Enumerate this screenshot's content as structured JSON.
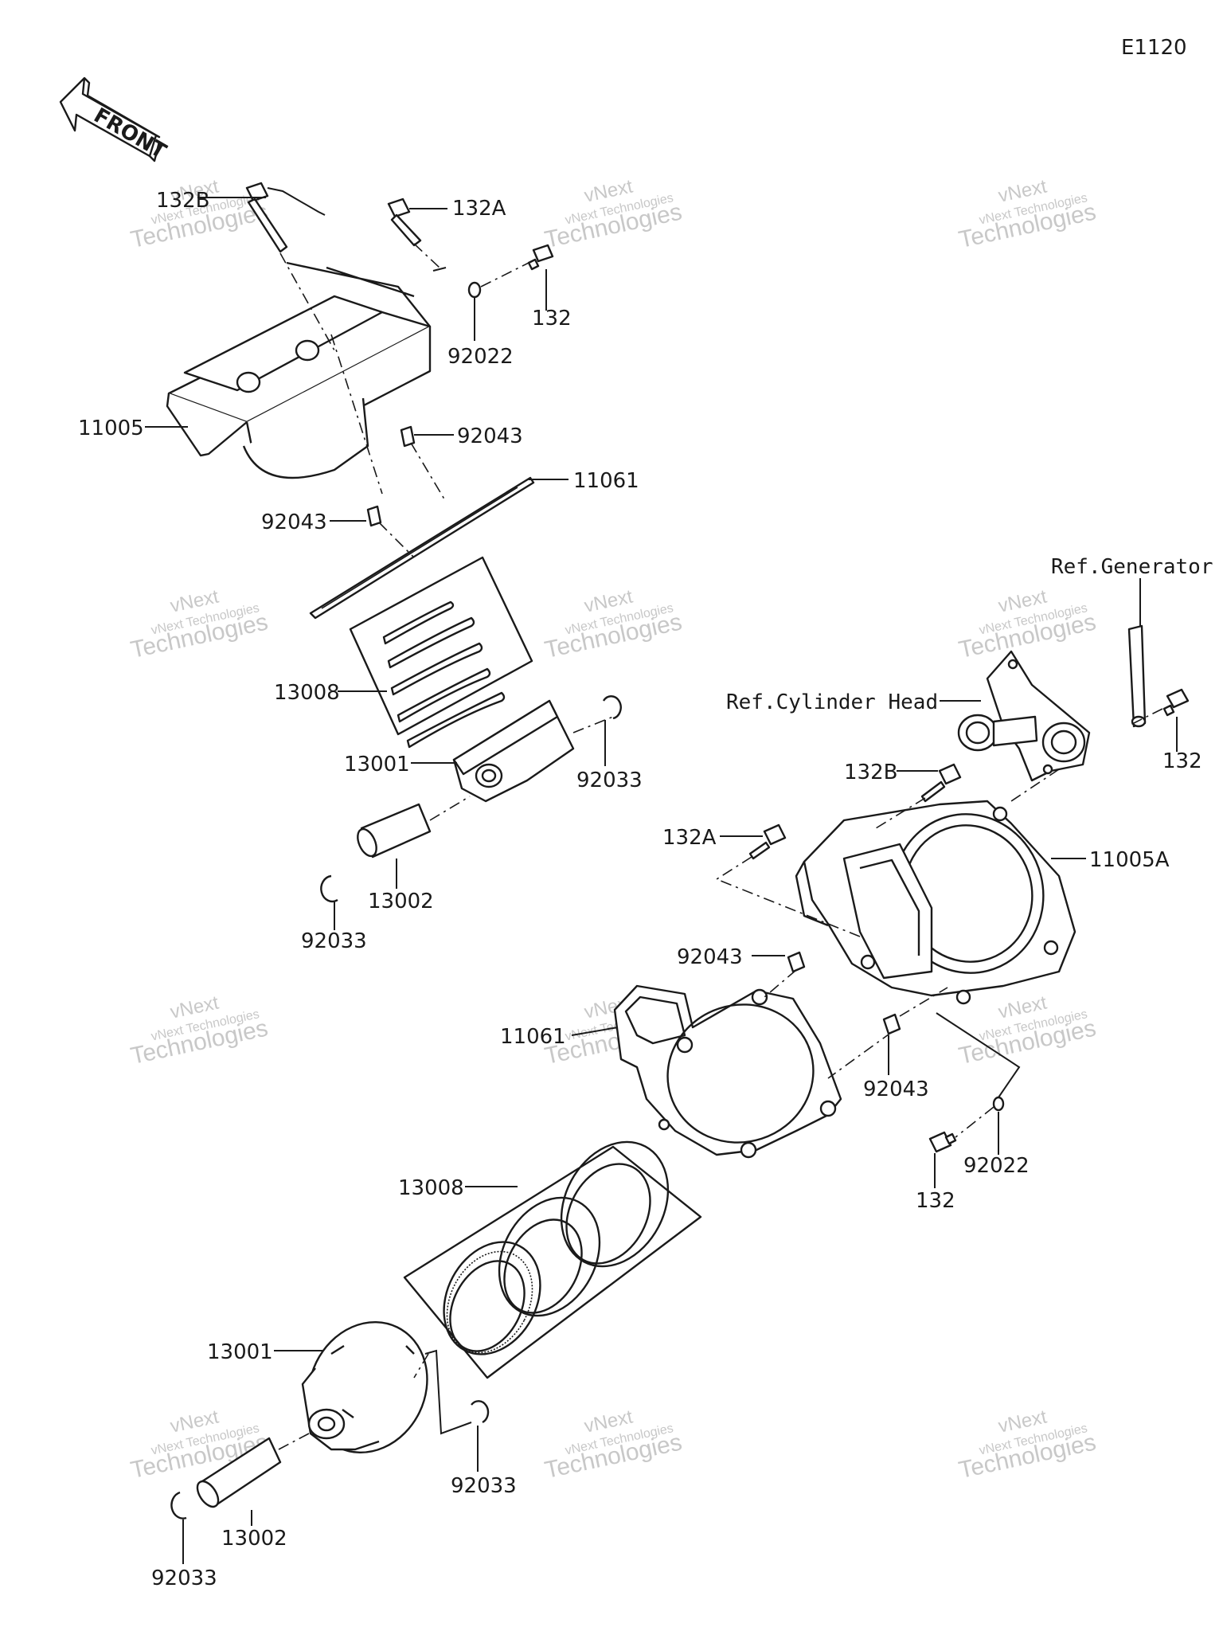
{
  "diagram_code": "E1120",
  "front_arrow_text": "FRONT",
  "watermark": {
    "line1": "vNext",
    "line2": "vNext Technologies",
    "line3": "Technologies"
  },
  "upper_assembly": {
    "bolt_132b": "132B",
    "bolt_132a": "132A",
    "bolt_132": "132",
    "washer_92022": "92022",
    "cylinder_11005": "11005",
    "dowel_92043_right": "92043",
    "gasket_11061": "11061",
    "dowel_92043_left": "92043",
    "rings_13008": "13008",
    "piston_13001": "13001",
    "circlip_92033_right": "92033",
    "pin_13002": "13002",
    "circlip_92033_left": "92033"
  },
  "lower_assembly": {
    "ref_generator": "Ref.Generator",
    "ref_cylinder_head": "Ref.Cylinder Head",
    "bolt_132_top": "132",
    "bolt_132b": "132B",
    "bolt_132a": "132A",
    "cylinder_11005a": "11005A",
    "dowel_92043_upper": "92043",
    "gasket_11061": "11061",
    "dowel_92043_lower": "92043",
    "washer_92022": "92022",
    "bolt_132_bottom": "132",
    "rings_13008": "13008",
    "piston_13001": "13001",
    "circlip_92033_right": "92033",
    "pin_13002": "13002",
    "circlip_92033_left": "92033"
  }
}
